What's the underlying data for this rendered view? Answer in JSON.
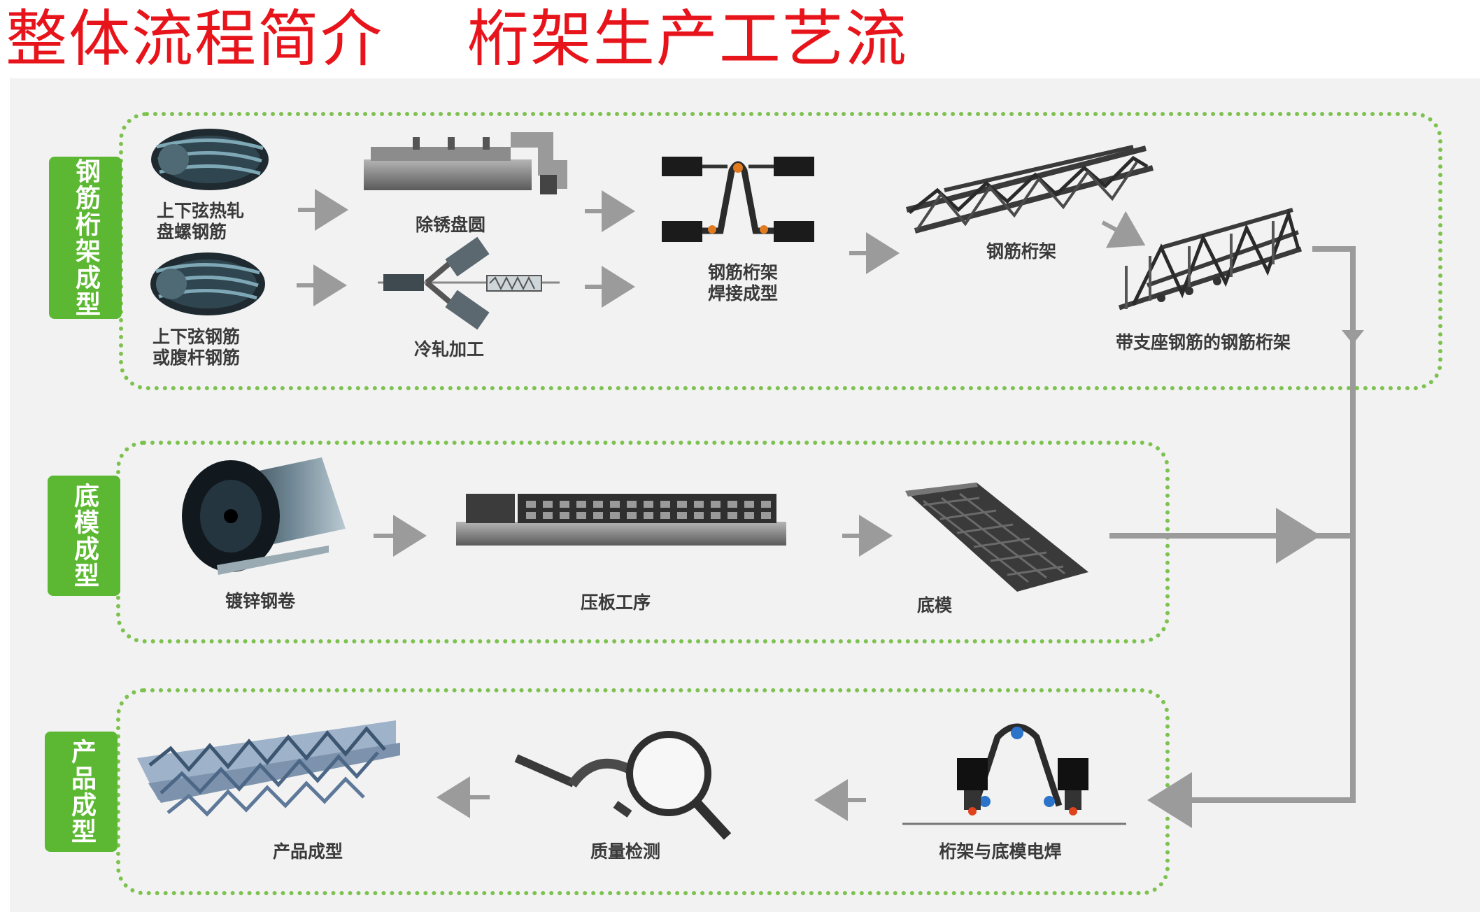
{
  "title": "整体流程简介    桁架生产工艺流",
  "colors": {
    "title": "#e8141b",
    "section_border": "#7dc24f",
    "label_bg": "#5cb832",
    "arrow": "#9b9b9b",
    "panel_bg": "#f2f2f2"
  },
  "sections": {
    "truss": {
      "label": "钢筋桁架成型",
      "steps": {
        "hot_rolled_1": "上下弦热轧",
        "hot_rolled_2": "盘螺钢筋",
        "chord_1": "上下弦钢筋",
        "chord_2": "或腹杆钢筋",
        "derust": "除锈盘圆",
        "cold_roll": "冷轧加工",
        "weld_1": "钢筋桁架",
        "weld_2": "焊接成型",
        "truss": "钢筋桁架",
        "truss_support": "带支座钢筋的钢筋桁架"
      }
    },
    "bottom": {
      "label": "底模成型",
      "steps": {
        "coil": "镀锌钢卷",
        "press": "压板工序",
        "mold": "底模"
      }
    },
    "product": {
      "label": "产品成型",
      "steps": {
        "product": "产品成型",
        "qc": "质量检测",
        "weld": "桁架与底模电焊"
      }
    }
  }
}
